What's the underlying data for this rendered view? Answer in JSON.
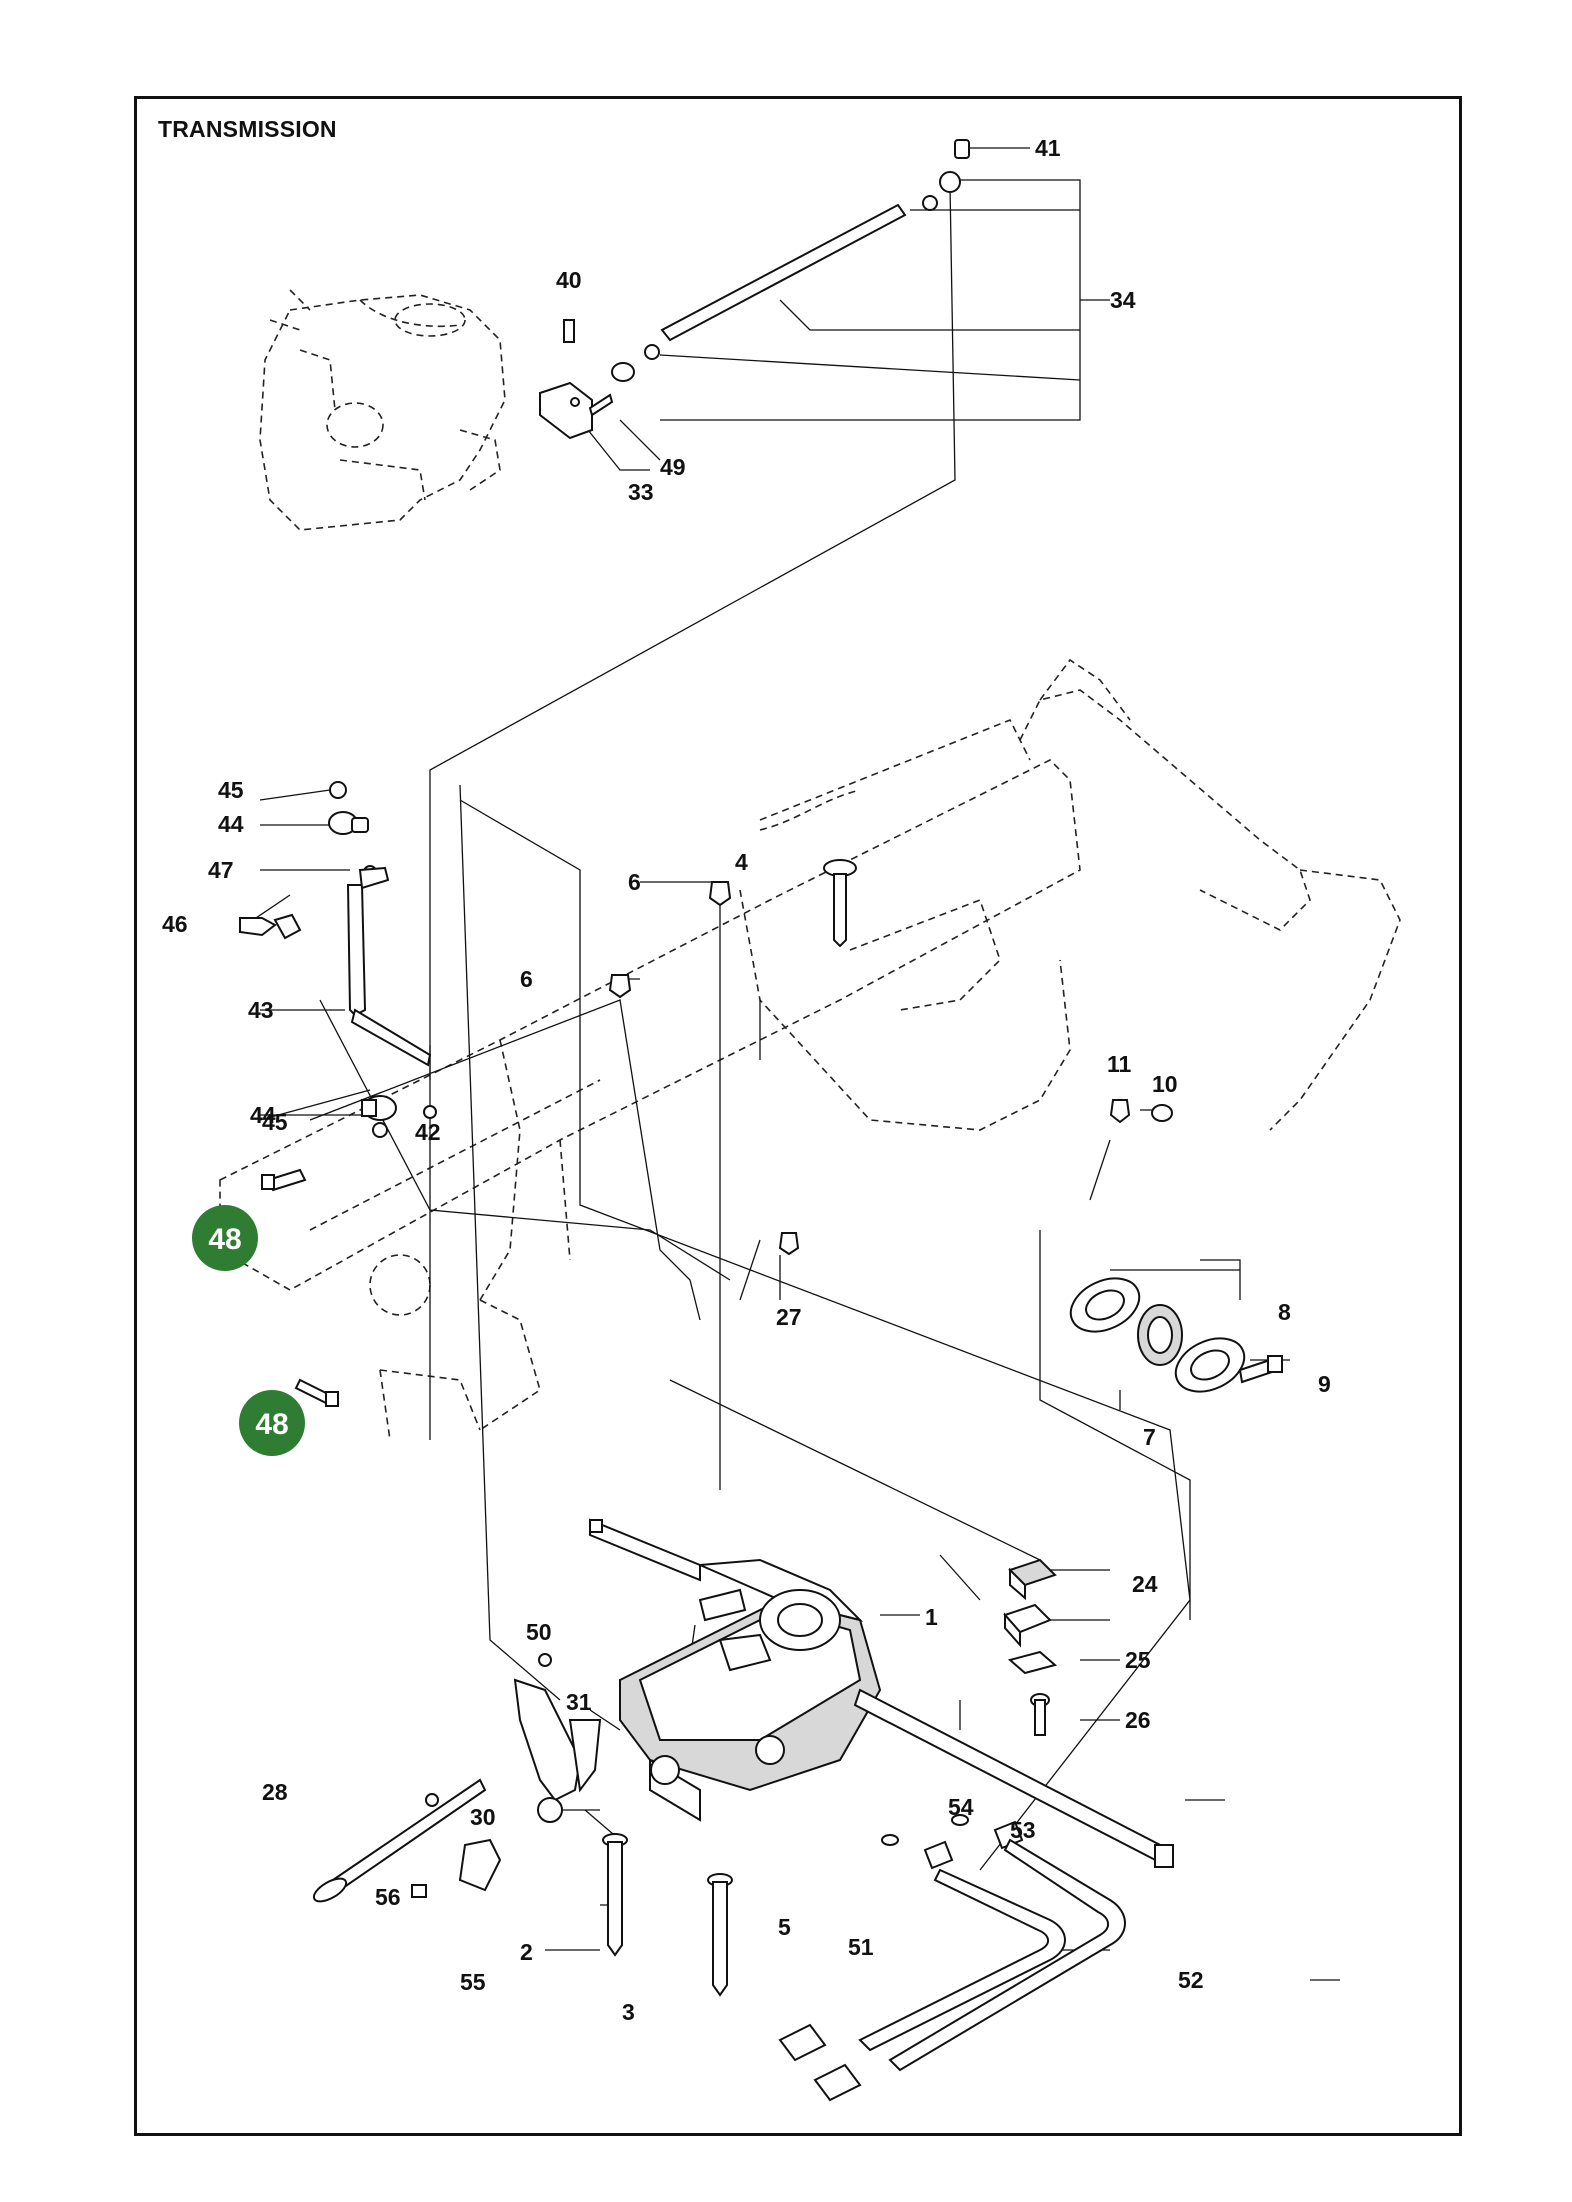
{
  "title": "TRANSMISSION",
  "highlight_color": "#2e7d32",
  "callouts": {
    "c41": "41",
    "c34": "34",
    "c40": "40",
    "c49": "49",
    "c33": "33",
    "c45a": "45",
    "c44a": "44",
    "c47": "47",
    "c46": "46",
    "c43": "43",
    "c44b": "44",
    "c45b": "45",
    "c42": "42",
    "c4": "4",
    "c6a": "6",
    "c6b": "6",
    "c11": "11",
    "c10": "10",
    "c8": "8",
    "c9": "9",
    "c7": "7",
    "c27": "27",
    "c48a": "48",
    "c48b": "48",
    "c24": "24",
    "c1": "1",
    "c25": "25",
    "c26": "26",
    "c50": "50",
    "c31": "31",
    "c28": "28",
    "c30": "30",
    "c56": "56",
    "c55": "55",
    "c54": "54",
    "c53": "53",
    "c2": "2",
    "c5": "5",
    "c51": "51",
    "c52": "52",
    "c3": "3"
  }
}
